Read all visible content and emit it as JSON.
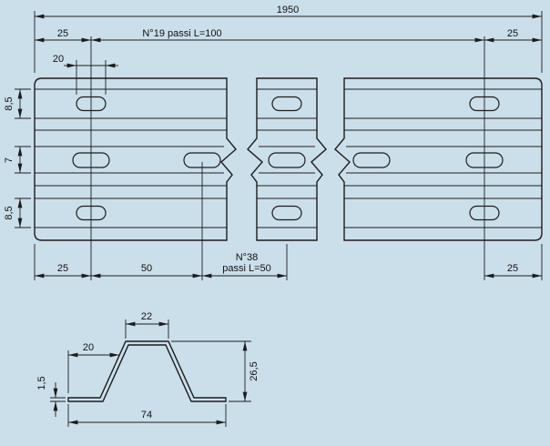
{
  "colors": {
    "background": "#cbdfea",
    "line": "#1c1c1c",
    "text": "#101010"
  },
  "plan_view": {
    "overall_length": "1950",
    "offset_top_left": "25",
    "pitch_top": "N°19 passi L=100",
    "offset_top_right": "25",
    "slot_length": "20",
    "band_top": "8,5",
    "band_middle": "7",
    "band_bottom": "8,5",
    "offset_bottom_left": "25",
    "pitch_50": "50",
    "pitch_note_line1": "N°38",
    "pitch_note_line2": "passi L=50",
    "offset_bottom_right": "25"
  },
  "section_view": {
    "top_width": "22",
    "flange_run": "20",
    "thickness": "1,5",
    "height": "26,5",
    "overall_width": "74"
  }
}
